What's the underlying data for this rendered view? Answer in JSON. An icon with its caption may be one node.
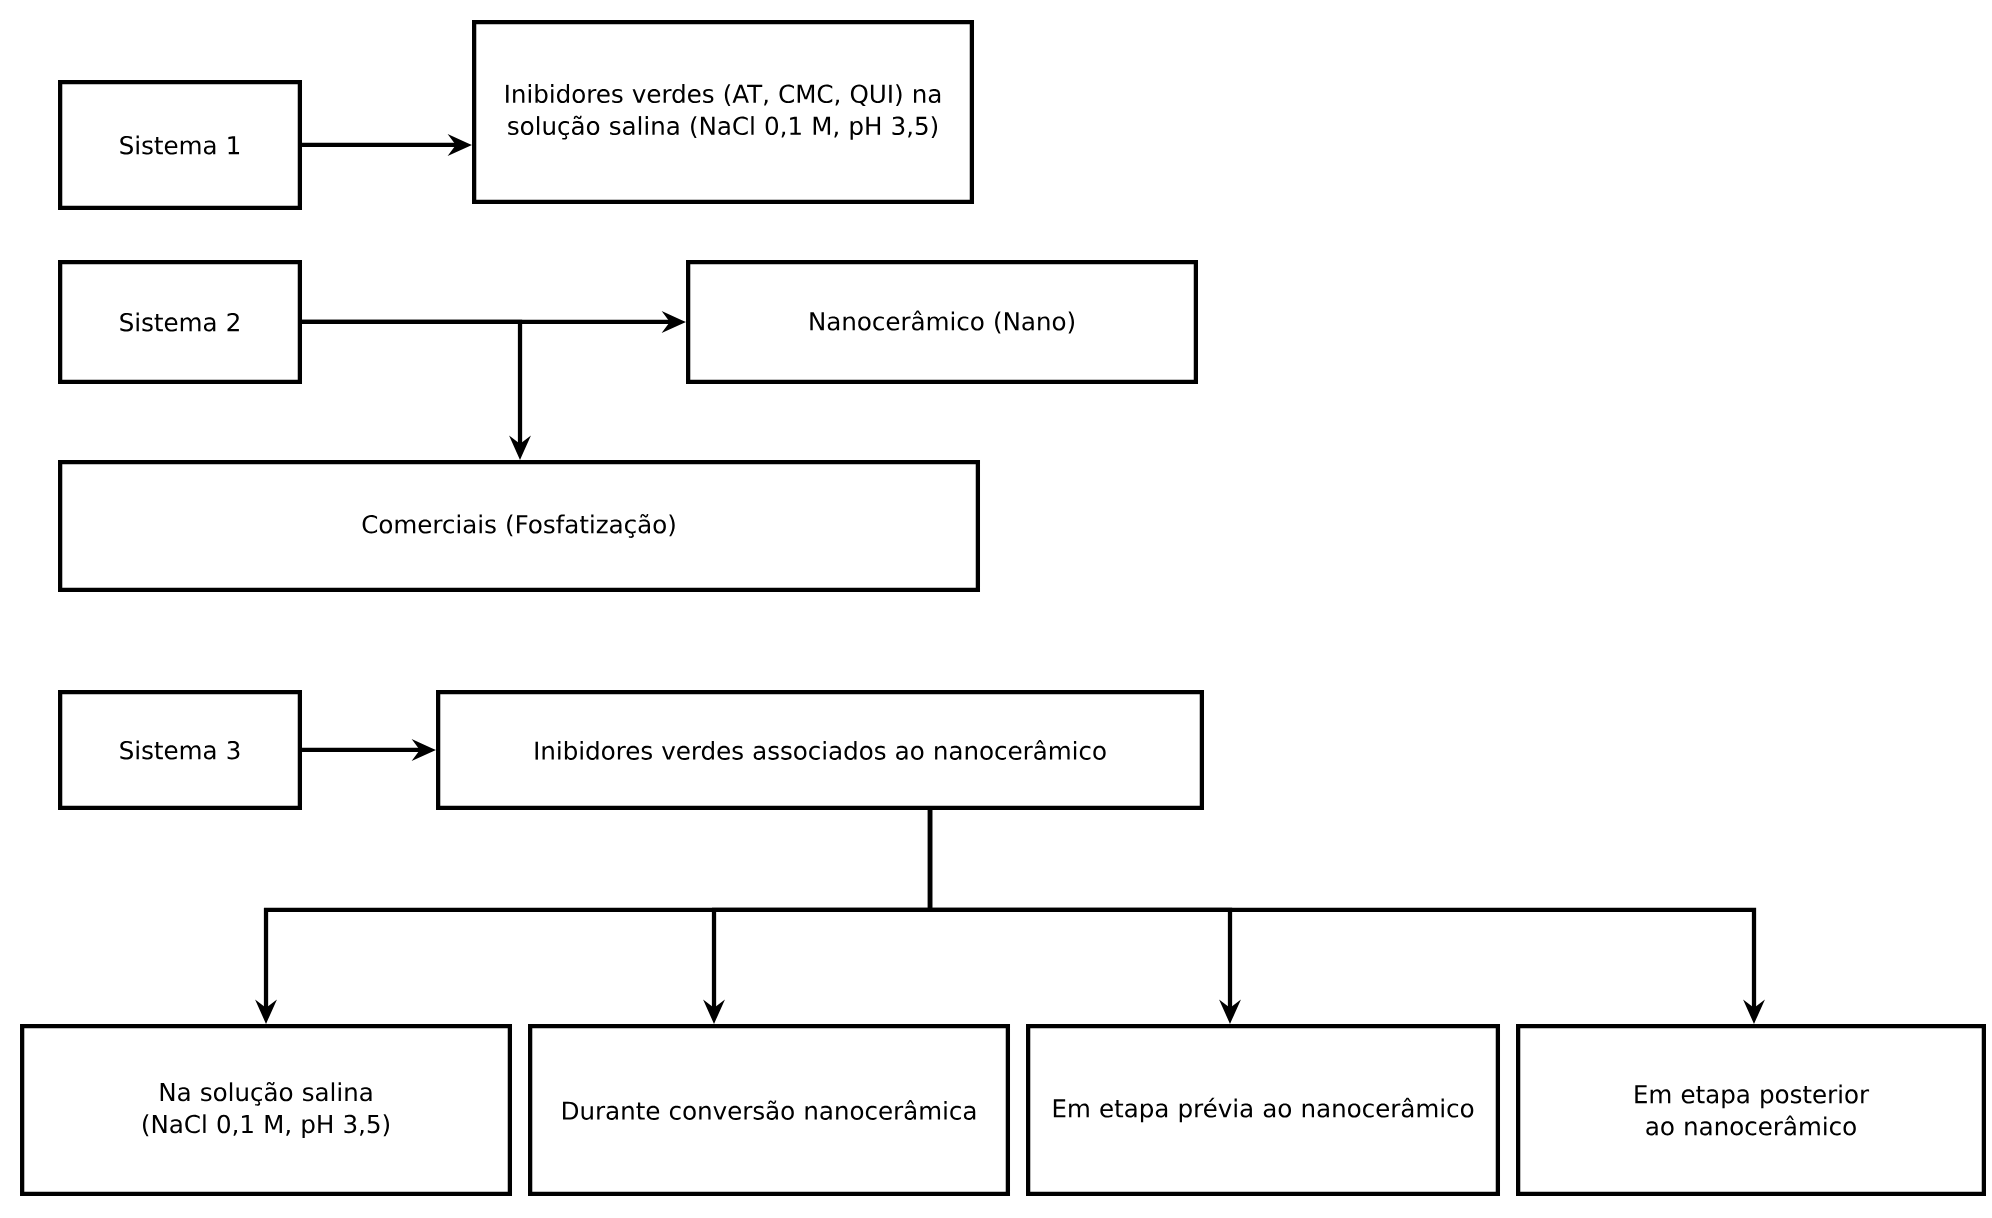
{
  "diagram": {
    "nodes": [
      {
        "text": [
          "Sistema 1"
        ]
      },
      {
        "text": [
          "Inibidores verdes (AT, CMC, QUI) na solução salina (NaCl 0,1 M, pH 3,5)"
        ]
      },
      {
        "text": [
          "Sistema 2"
        ]
      },
      {
        "text": [
          "Nanocerâmico (Nano)"
        ]
      },
      {
        "text": [
          "Comerciais (Fosfatização)"
        ]
      },
      {
        "text": [
          "Sistema 3"
        ]
      },
      {
        "text": [
          "Inibidores verdes associados ao nanocerâmico"
        ]
      },
      {
        "text": [
          "Na solução salina (NaCl 0,1 M, pH 3,5)"
        ]
      },
      {
        "text": [
          "Durante conversão nanocerâmica"
        ]
      },
      {
        "text": [
          "Em etapa prévia ao nanocerâmico"
        ]
      },
      {
        "text": [
          "Em etapa posterior ao nanocerâmico"
        ]
      }
    ],
    "edges": [
      {
        "from": 0,
        "to": 1,
        "arrow": "to"
      },
      {
        "from": 2,
        "to": 3,
        "arrow": "to"
      },
      {
        "from": 2,
        "to": 4,
        "arrow": "to"
      },
      {
        "from": 5,
        "to": 6,
        "arrow": "to"
      },
      {
        "from": 6,
        "to": 7,
        "arrow": "to"
      },
      {
        "from": 6,
        "to": 8,
        "arrow": "to"
      },
      {
        "from": 6,
        "to": 9,
        "arrow": "to"
      },
      {
        "from": 6,
        "to": 10,
        "arrow": "to"
      }
    ]
  }
}
